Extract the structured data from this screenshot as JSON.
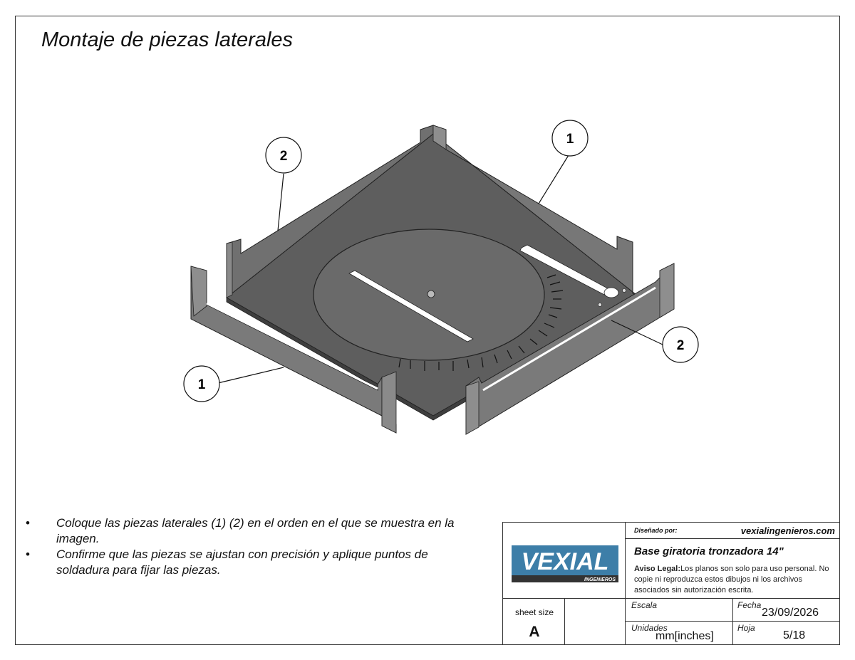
{
  "title": "Montaje de piezas laterales",
  "callouts": [
    {
      "id": "c2-left",
      "label": "2"
    },
    {
      "id": "c1-top",
      "label": "1"
    },
    {
      "id": "c2-right",
      "label": "2"
    },
    {
      "id": "c1-left",
      "label": "1"
    }
  ],
  "notes": [
    {
      "bullet": "•",
      "text": "Coloque las piezas laterales (1) (2) en el orden en el que se muestra en la imagen."
    },
    {
      "bullet": "•",
      "text": "Confirme que las piezas se ajustan con precisión y aplique puntos de soldadura para fijar las piezas."
    }
  ],
  "title_block": {
    "logo_text": "VEXIAL",
    "logo_subtext": "INGENIEROS",
    "designed_by_label": "Diseñado por:",
    "designed_by_value": "vexialingenieros.com",
    "project_title": "Base giratoria tronzadora 14\"",
    "legal_label": "Aviso Legal:",
    "legal_text": "Los planos son solo para uso personal. No copie ni reproduzca estos dibujos ni los archivos asociados sin autorización escrita.",
    "sheet_size_label": "sheet size",
    "sheet_size_value": "A",
    "escala_label": "Escala",
    "escala_value": "",
    "fecha_label": "Fecha",
    "fecha_value": "23/09/2026",
    "unidades_label": "Unidades",
    "unidades_value": "mm[inches]",
    "hoja_label": "Hoja",
    "hoja_value": "5/18"
  },
  "colors": {
    "plate": "#5c5c5c",
    "side_panel": "#6e6e6e",
    "logo_blue": "#3d7ea8",
    "logo_dark": "#333333"
  }
}
